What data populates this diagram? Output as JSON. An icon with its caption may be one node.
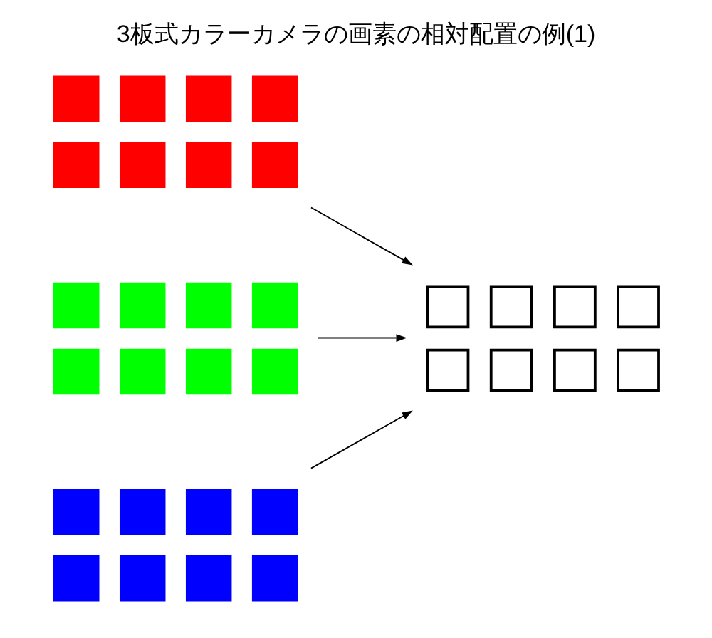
{
  "diagram": {
    "title": "3板式カラーカメラの画素の相対配置の例(1)",
    "nodes": [
      {
        "text": [],
        "shape": "grid"
      },
      {
        "text": [],
        "shape": "grid"
      },
      {
        "text": [],
        "shape": "grid"
      },
      {
        "text": [],
        "shape": "grid"
      }
    ],
    "edges": [
      {
        "from": 0,
        "to": 3,
        "arrow": "to"
      },
      {
        "from": 1,
        "to": 3,
        "arrow": "to"
      },
      {
        "from": 2,
        "to": 3,
        "arrow": "to"
      }
    ]
  }
}
